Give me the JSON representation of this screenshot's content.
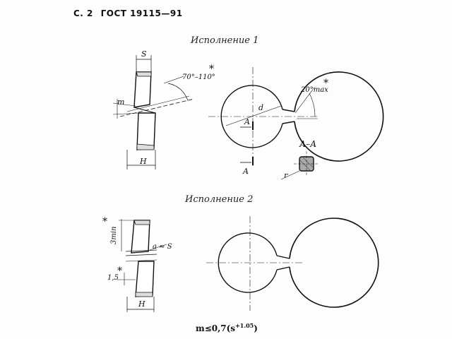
{
  "header": {
    "page_label": "С. 2",
    "standard": "ГОСТ 19115—91"
  },
  "variant1": {
    "caption": "Исполнение 1",
    "labels": {
      "s": "S",
      "m": "m",
      "h": "H",
      "angle": "70°–110°",
      "angle_max": "20°max",
      "d": "d",
      "section_a": "A",
      "section_title": "А–А",
      "r": "r",
      "asterisk": "*"
    }
  },
  "variant2": {
    "caption": "Исполнение 2",
    "labels": {
      "min3": "3min",
      "s_approx": "a ≈ S",
      "h": "H",
      "dim15": "1,5",
      "asterisk": "*"
    }
  },
  "formula": {
    "main": "m≤0,7(s",
    "exp": "+1.05",
    "close": ")"
  }
}
